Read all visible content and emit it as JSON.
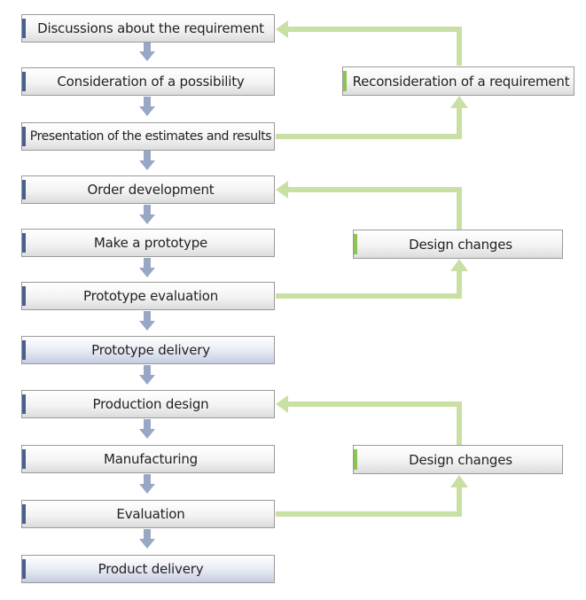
{
  "main_steps": [
    {
      "label": "Discussions about the requirement",
      "highlight": false
    },
    {
      "label": "Consideration of a possibility",
      "highlight": false
    },
    {
      "label": "Presentation of the estimates and results",
      "highlight": false
    },
    {
      "label": "Order development",
      "highlight": false
    },
    {
      "label": "Make a prototype",
      "highlight": false
    },
    {
      "label": "Prototype evaluation",
      "highlight": false
    },
    {
      "label": "Prototype delivery",
      "highlight": true
    },
    {
      "label": "Production design",
      "highlight": false
    },
    {
      "label": "Manufacturing",
      "highlight": false
    },
    {
      "label": "Evaluation",
      "highlight": false
    },
    {
      "label": "Product delivery",
      "highlight": true
    }
  ],
  "side_steps": [
    {
      "label": "Reconsideration of a requirement"
    },
    {
      "label": "Design changes"
    },
    {
      "label": "Design changes"
    }
  ],
  "colors": {
    "down_arrow": "#98a8c4",
    "feedback_arrow": "#c8e0a4",
    "main_accent_bar": "#4b5f8e",
    "side_accent_bar": "#8dc451",
    "highlight_fill": "#c4cde0"
  }
}
